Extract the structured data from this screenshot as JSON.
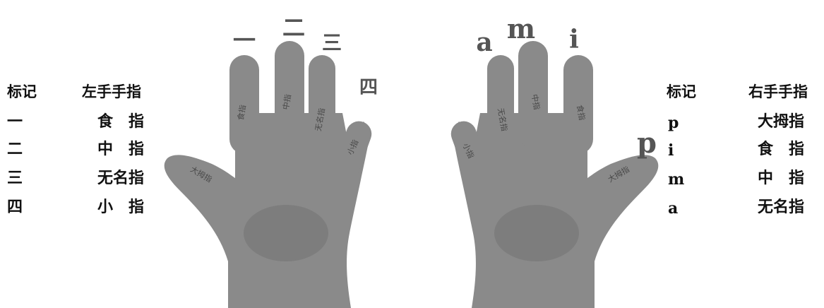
{
  "left_table": {
    "col1_header": "标记",
    "col2_header": "左手手指",
    "rows": [
      {
        "mark": "一",
        "finger": "食　指"
      },
      {
        "mark": "二",
        "finger": "中　指"
      },
      {
        "mark": "三",
        "finger": "无名指"
      },
      {
        "mark": "四",
        "finger": "小　指"
      }
    ]
  },
  "right_table": {
    "col1_header": "标记",
    "col2_header": "右手手指",
    "rows": [
      {
        "mark": "p",
        "finger": "大拇指"
      },
      {
        "mark": "i",
        "finger": "食　指"
      },
      {
        "mark": "m",
        "finger": "中　指"
      },
      {
        "mark": "a",
        "finger": "无名指"
      }
    ]
  },
  "left_hand": {
    "numbers": {
      "index": "一",
      "middle": "二",
      "ring": "三",
      "little": "四"
    },
    "finger_labels": {
      "index": "食指",
      "middle": "中指",
      "ring": "无名指",
      "little": "小指",
      "thumb": "大拇指"
    }
  },
  "right_hand": {
    "letters": {
      "ring": "a",
      "middle": "m",
      "index": "i",
      "thumb": "p"
    },
    "finger_labels": {
      "little": "小指",
      "ring": "无名指",
      "middle": "中指",
      "index": "食指",
      "thumb": "大拇指"
    }
  },
  "colors": {
    "hand": "#8a8a8a",
    "hand_shadow": "#6f6f6f",
    "background": "#ffffff"
  }
}
